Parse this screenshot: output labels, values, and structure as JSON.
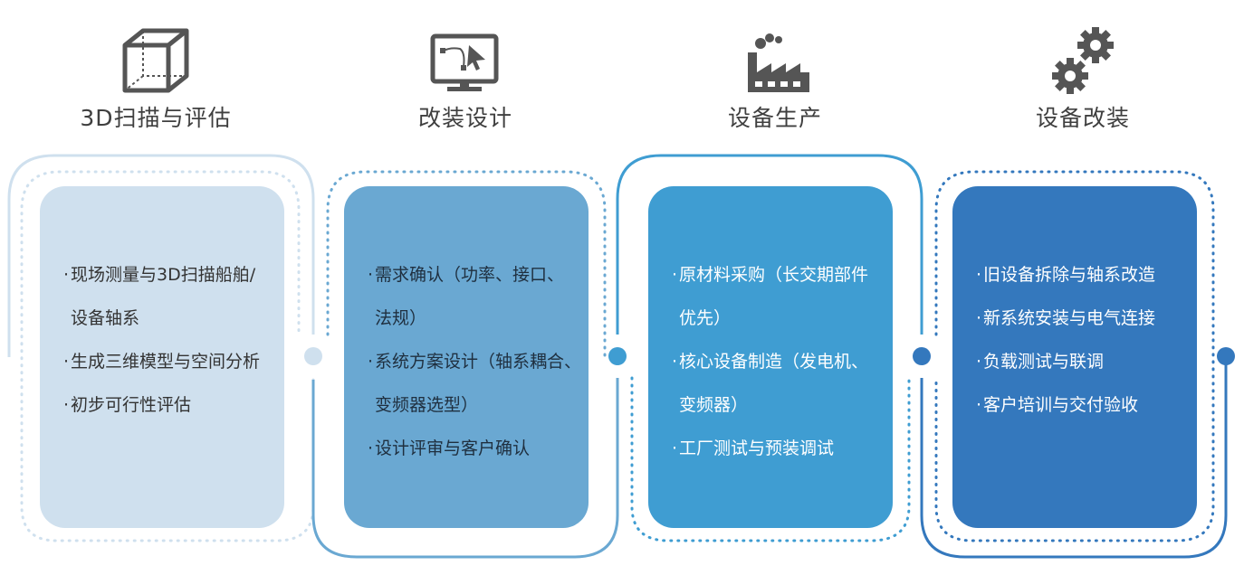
{
  "colors": {
    "stage1": "#cfe0ee",
    "stage2": "#6aa8d2",
    "stage3": "#3f9dd2",
    "stage4": "#3478bd",
    "icon": "#555555",
    "title": "#3f3f3f"
  },
  "stages": [
    {
      "title": "3D扫描与评估",
      "icon": "cube-icon",
      "items": [
        "现场测量与3D扫描船舶/",
        "设备轴系",
        "生成三维模型与空间分析",
        "初步可行性评估"
      ]
    },
    {
      "title": "改装设计",
      "icon": "monitor-design-icon",
      "items": [
        "需求确认（功率、接口、",
        "法规）",
        "系统方案设计（轴系耦合、",
        "变频器选型）",
        "设计评审与客户确认"
      ]
    },
    {
      "title": "设备生产",
      "icon": "factory-icon",
      "items": [
        "原材料采购（长交期部件",
        "优先）",
        "核心设备制造（发电机、",
        "变频器）",
        "工厂测试与预装调试"
      ]
    },
    {
      "title": "设备改装",
      "icon": "gears-icon",
      "items": [
        "旧设备拆除与轴系改造",
        "新系统安装与电气连接",
        "负载测试与联调",
        "客户培训与交付验收"
      ]
    }
  ],
  "bullet": "·"
}
